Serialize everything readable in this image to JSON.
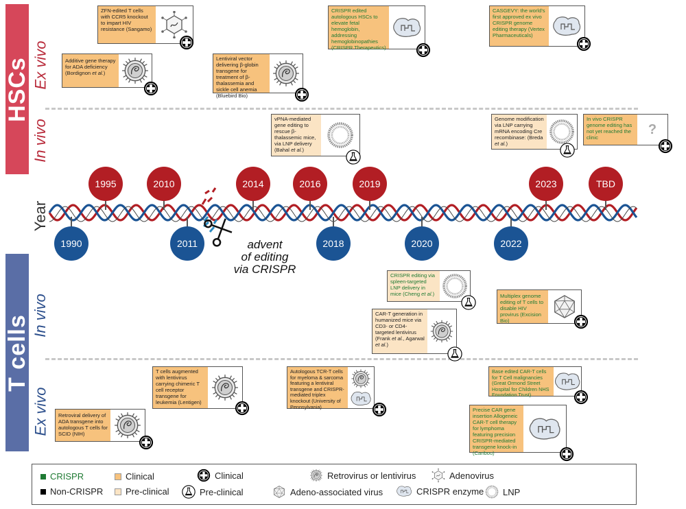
{
  "sections": {
    "hscs": "HSCs",
    "t_cells": "T cells",
    "ex_vivo": "Ex vivo",
    "in_vivo": "In vivo",
    "year": "Year"
  },
  "colors": {
    "hsc_bar": "#d6475a",
    "tcell_bar": "#5a6ea6",
    "node_red": "#b21e24",
    "node_blue": "#1b5494",
    "clinical": "#f7c27d",
    "preclinical": "#fbe4c4",
    "crispr_text": "#1f7a33"
  },
  "years_top": [
    "1995",
    "2010",
    "2014",
    "2016",
    "2019",
    "2023",
    "TBD"
  ],
  "years_bottom": [
    "1990",
    "2011",
    "2018",
    "2020",
    "2022"
  ],
  "advent": {
    "line1": "advent",
    "line2": "of editing",
    "line3": "via CRISPR"
  },
  "cards": {
    "zfn": "ZFN-edited T cells with CCR5 knockout to impart HIV resistance (Sangamo)",
    "ada_hsc_main": "Additive gene therapy for ADA deficiency (Bordignon ",
    "ada_hsc_etal": "et al.",
    "ada_hsc_end": ")",
    "lenti_bglobin": "Lentiviral vector delivering β-globin transgene for treatment of β-thalassemia and sickle cell anemia (Bluebird Bio)",
    "crispr_hsc": "CRISPR edited autologous HSCs to elevate fetal hemoglobin, addressing hemoglobinopathies (CRISPR Therapeutics)",
    "casgevy": "CASGEVY: the world's first approved ex vivo CRISPR genome editing therapy (Vertex Pharmaceuticals)",
    "vpna_main": "vPNA-mediated gene editing to rescue β-thalassemic mice, via LNP delivery (Bahal ",
    "vpna_etal": "et al.",
    "vpna_end": ")",
    "cre_main": "Genome modification via LNP carrying mRNA encoding Cre recombinase: (Breda ",
    "cre_etal": "et al.",
    "cre_end": ")",
    "invivo_crispr": "In vivo CRISPR genome editing has not yet reached the clinic",
    "question": "?",
    "spleen_main": "CRISPR editing via spleen-targeted LNP delivery in mice (Cheng ",
    "spleen_etal": "et al.",
    "spleen_end": ")",
    "cart_mice_main": "CAR-T generation in humanized mice via CD3- or CD4-targeted lentivirus (Frank ",
    "cart_mice_etal1": "et al.",
    "cart_mice_mid": ", Agarwal ",
    "cart_mice_etal2": "et al.",
    "cart_mice_end": ")",
    "multiplex": "Multiplex genome editing of T cells to disable HIV provirus (Excision Bio)",
    "lentigen": "T cells augmented with lentivirus carrying chimeric T cell receptor transgene for leukemia (Lentigen)",
    "tcr_t": "Autologous TCR-T cells for myeloma & sarcoma featuring a lentiviral transgene and CRISPR-mediated triplex knockout (University of Pennsylvania)",
    "base_edited": "Base edited CAR-T cells for T Cell malignancies (Great Ormond Street Hospital for Children NHS Foundation Trust)",
    "retro_ada": "Retroviral delivery of ADA transgene into autologous T cells for SCID (NIH)",
    "caribou": "Precise CAR gene insertion Allogeneic CAR-T cell therapy for lymphoma featuring precision CRISPR-mediated transgene knock-in (Caribou)"
  },
  "legend": {
    "crispr": "CRISPR",
    "non_crispr": "Non-CRISPR",
    "clinical_fill": "Clinical",
    "preclinical_fill": "Pre-clinical",
    "clinical_icon": "Clinical",
    "preclinical_icon": "Pre-clinical",
    "retrovirus": "Retrovirus or lentivirus",
    "aav": "Adeno-associated virus",
    "adenovirus": "Adenovirus",
    "crispr_enzyme": "CRISPR enzyme",
    "lnp": "LNP"
  },
  "icons": {
    "clinical": "plus-cross-icon",
    "preclinical": "flask-icon",
    "retrovirus": "spiked-virus-icon",
    "adenovirus": "hexagon-virus-icon",
    "aav": "icosahedron-icon",
    "crispr_enzyme": "blob-enzyme-icon",
    "lnp": "ring-particle-icon",
    "scissors": "scissors-icon"
  }
}
